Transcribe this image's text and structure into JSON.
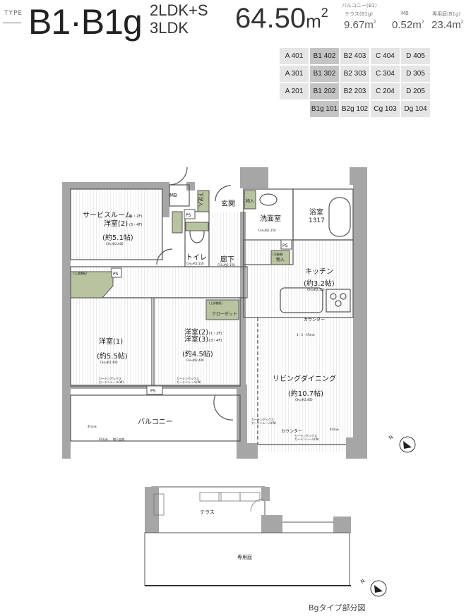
{
  "header": {
    "type_label": "TYPE",
    "type_name": "B1·B1g",
    "layout_1": "2LDK+S",
    "layout_2": "3LDK",
    "area": "64.50",
    "area_unit": "m",
    "area_unit_sup": "2",
    "details": [
      {
        "label_1": "バルコニー(B1)",
        "label_2": "テラス(B1g)",
        "value": "9.67",
        "unit": "m",
        "sup": "2"
      },
      {
        "label_1": "",
        "label_2": "MB",
        "value": "0.52",
        "unit": "m",
        "sup": "2"
      },
      {
        "label_1": "",
        "label_2": "専用庭(B1g)",
        "value": "23.4",
        "unit": "m",
        "sup": "2"
      }
    ]
  },
  "units": {
    "current_color": "#c4c4c4",
    "other_color": "#e5e5e5",
    "rows": [
      [
        "A 401",
        "B1 402",
        "B2 403",
        "C 404",
        "D 405"
      ],
      [
        "A 301",
        "B1 302",
        "B2 303",
        "C 304",
        "D 305"
      ],
      [
        "A 201",
        "B1 202",
        "B2 203",
        "C 204",
        "D 205"
      ],
      [
        "",
        "B1g 101",
        "B2g 102",
        "Cg 103",
        "Dg 104"
      ]
    ]
  },
  "floor_plan": {
    "wall_color": "#a6a6a6",
    "storage_color": "#b8c4a0",
    "labels": {
      "service_room": "サービスルーム",
      "service_room_floors": "(1・2F)",
      "western_2a": "洋室(2)",
      "western_2a_floors": "(3・4F)",
      "service_size": "(約5.1帖)",
      "ch_2400": "CH=約2,400",
      "ch_2150": "CH=約2,150",
      "mb": "MB",
      "ps": "PS",
      "shoe": "下足入",
      "entrance": "玄関",
      "storage": "物入",
      "storage_movable": "(可動棚)",
      "closet": "クローゼット",
      "upper_shelf": "(上部棚板)",
      "toilet": "トイレ",
      "hallway": "廊下",
      "washroom": "洗面室",
      "bath": "浴室",
      "bath_size": "1317",
      "kitchen": "キッチン",
      "kitchen_size": "(約3.2帖)",
      "counter": "カウンター",
      "floors_123": "1・2・3Fのみ",
      "western_1": "洋室(1)",
      "western_1_size": "(約5.5帖)",
      "western_2b": "洋室(2)",
      "western_2b_floors": "(1・2F)",
      "western_3": "洋室(3)",
      "western_3_floors": "(3・4F)",
      "western_23_size": "(約4.5帖)",
      "curtain_box": "カーテンボックス",
      "curtain_rail": "カーテンレール(W)",
      "ldk": "リビングダイニング",
      "ldk_size": "(約10.7帖)",
      "balcony": "バルコニー",
      "floor_4_only": "4Fのみ",
      "drying_hardware": "物干金物"
    }
  },
  "partial_plan": {
    "terrace": "テラス",
    "garden": "専用庭",
    "caption": "Bgタイプ部分図"
  },
  "compass": {
    "label": "N"
  }
}
